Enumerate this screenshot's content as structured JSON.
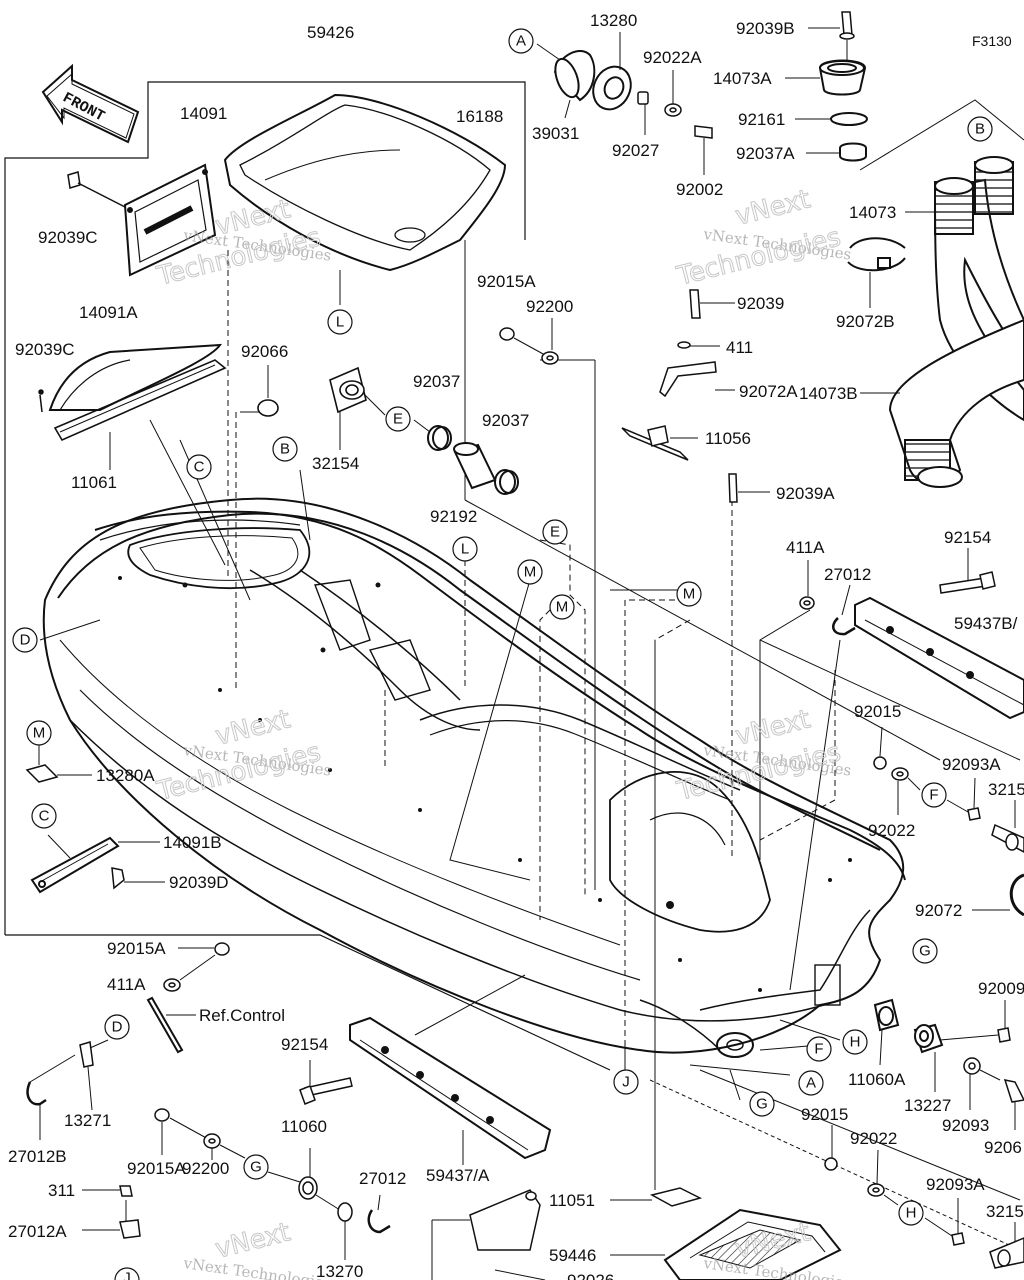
{
  "diagram_code": "F3130",
  "front_label": "FRONT",
  "ref_label": "Ref.Control",
  "watermark_line1": "vNext Technologies",
  "watermark_line2": "vNext",
  "watermark_line3": "Technologies",
  "parts": {
    "p59426": "59426",
    "p14091": "14091",
    "p16188": "16188",
    "p92039C_top": "92039C",
    "p14091A": "14091A",
    "p92039C_mid": "92039C",
    "p11061": "11061",
    "p92066": "92066",
    "p32154": "32154",
    "p92037_a": "92037",
    "p92037_b": "92037",
    "p92192": "92192",
    "p13280A": "13280A",
    "p14091B": "14091B",
    "p92039D": "92039D",
    "p92015A_left": "92015A",
    "p411A_left": "411A",
    "p13271": "13271",
    "p27012B": "27012B",
    "p92154_bottom": "92154",
    "p11060": "11060",
    "p92015A_bottom": "92015A",
    "p92200_bottom": "92200",
    "p311": "311",
    "p27012A": "27012A",
    "p27012_bottom": "27012",
    "p13270": "13270",
    "p59437A": "59437/A",
    "p39031": "39031",
    "p13280": "13280",
    "p92022A": "92022A",
    "p92027": "92027",
    "p92002": "92002",
    "p92039B": "92039B",
    "p14073A": "14073A",
    "p92161": "92161",
    "p92037A": "92037A",
    "p14073": "14073",
    "p92072B": "92072B",
    "p14073B": "14073B",
    "p92015A_mid": "92015A",
    "p92200_mid": "92200",
    "p92039": "92039",
    "p411": "411",
    "p92072A": "92072A",
    "p11056": "11056",
    "p92039A": "92039A",
    "p411A_right": "411A",
    "p27012_right": "27012",
    "p92154_right": "92154",
    "p59437B": "59437B/",
    "p92015_right": "92015",
    "p92093A_right": "92093A",
    "p3215_right": "3215",
    "p92022_right": "92022",
    "p92072": "92072",
    "p92009": "92009",
    "p11060A": "11060A",
    "p13227": "13227",
    "p92093": "92093",
    "p9206": "9206",
    "p92015_bottom": "92015",
    "p92022_bottom": "92022",
    "p92093A_bottom": "92093A",
    "p3215_bottom": "3215",
    "p11051": "11051",
    "p59446": "59446",
    "p92026": "92026"
  },
  "callouts": {
    "A": "A",
    "B": "B",
    "C": "C",
    "D": "D",
    "E": "E",
    "F": "F",
    "G": "G",
    "H": "H",
    "J": "J",
    "L": "L",
    "M": "M"
  }
}
